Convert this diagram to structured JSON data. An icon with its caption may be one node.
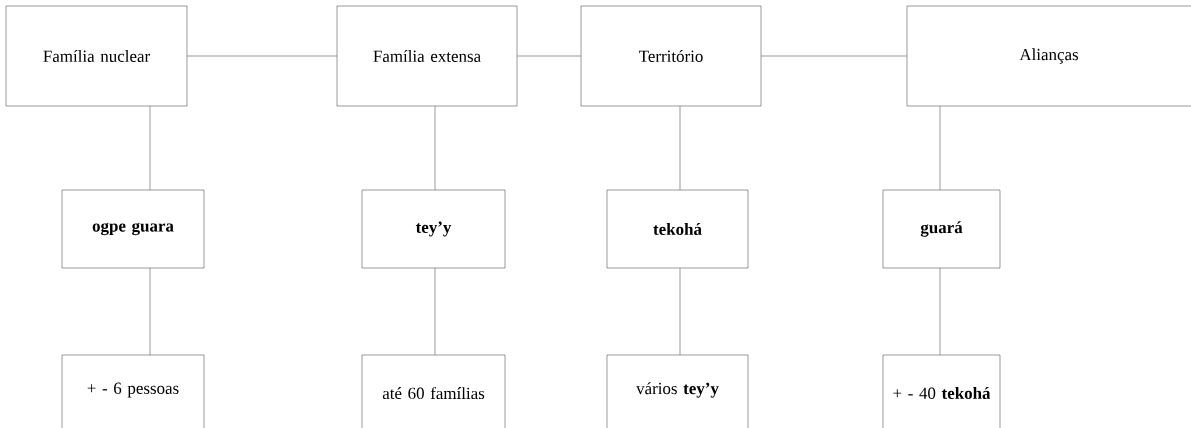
{
  "diagram": {
    "nodes": [
      {
        "text": [
          "Família nuclear"
        ]
      },
      {
        "text": [
          "Família extensa"
        ]
      },
      {
        "text": [
          "Território"
        ]
      },
      {
        "text": [
          "Alianças"
        ]
      },
      {
        "text": [
          "ogpe guara"
        ]
      },
      {
        "text": [
          "tey’y"
        ]
      },
      {
        "text": [
          "tekohá"
        ]
      },
      {
        "text": [
          "guará"
        ]
      },
      {
        "text": [
          "+ - 6 pessoas"
        ]
      },
      {
        "text": [
          "até 60 famílias"
        ]
      },
      {
        "text": [
          "vários **tey’y**"
        ]
      },
      {
        "text": [
          "+ - 40 **tekohá**"
        ]
      }
    ],
    "edges": [
      {
        "from": 0,
        "to": 1,
        "arrow": "none"
      },
      {
        "from": 1,
        "to": 2,
        "arrow": "none"
      },
      {
        "from": 2,
        "to": 3,
        "arrow": "none"
      },
      {
        "from": 0,
        "to": 4,
        "arrow": "none"
      },
      {
        "from": 1,
        "to": 5,
        "arrow": "none"
      },
      {
        "from": 2,
        "to": 6,
        "arrow": "none"
      },
      {
        "from": 3,
        "to": 7,
        "arrow": "none"
      },
      {
        "from": 4,
        "to": 8,
        "arrow": "none"
      },
      {
        "from": 5,
        "to": 9,
        "arrow": "none"
      },
      {
        "from": 6,
        "to": 10,
        "arrow": "none"
      },
      {
        "from": 7,
        "to": 11,
        "arrow": "none"
      }
    ]
  }
}
